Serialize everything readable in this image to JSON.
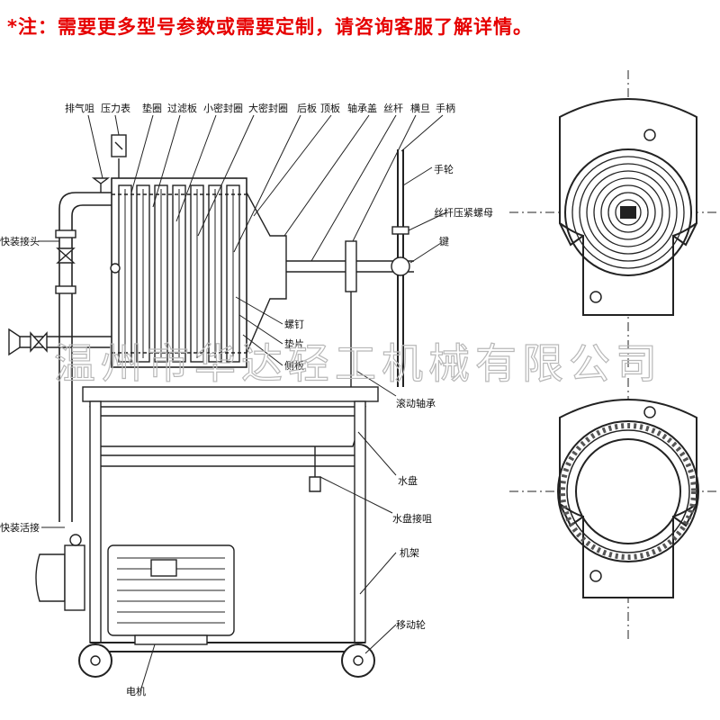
{
  "notice": "*注：需要更多型号参数或需要定制，请咨询客服了解详情。",
  "watermark": "温州市华达轻工机械有限公司",
  "labels": {
    "exhaust_valve": "排气咀",
    "pressure_gauge": "压力表",
    "gasket": "垫圈",
    "filter_plate": "过滤板",
    "small_seal_ring": "小密封圈",
    "large_seal_ring": "大密封圈",
    "back_plate": "后板",
    "top_plate": "顶板",
    "bearing_cover": "轴承盖",
    "screw_rod": "丝杆",
    "cross_head": "横旦",
    "handle": "手柄",
    "hand_wheel": "手轮",
    "screw_lock_nut": "丝杆压紧螺母",
    "key": "键",
    "quick_clamp": "快装接头",
    "screw": "螺钉",
    "washer": "垫片",
    "side_plate": "侧板",
    "rolling_bearing": "滚动轴承",
    "water_tray": "水盘",
    "water_tray_nozzle": "水盘接咀",
    "quick_fitting": "快装活接",
    "frame": "机架",
    "moving_wheel": "移动轮",
    "motor": "电机"
  },
  "colors": {
    "notice": "#e60000",
    "line": "#222222",
    "watermark": "#b8b8b8"
  }
}
